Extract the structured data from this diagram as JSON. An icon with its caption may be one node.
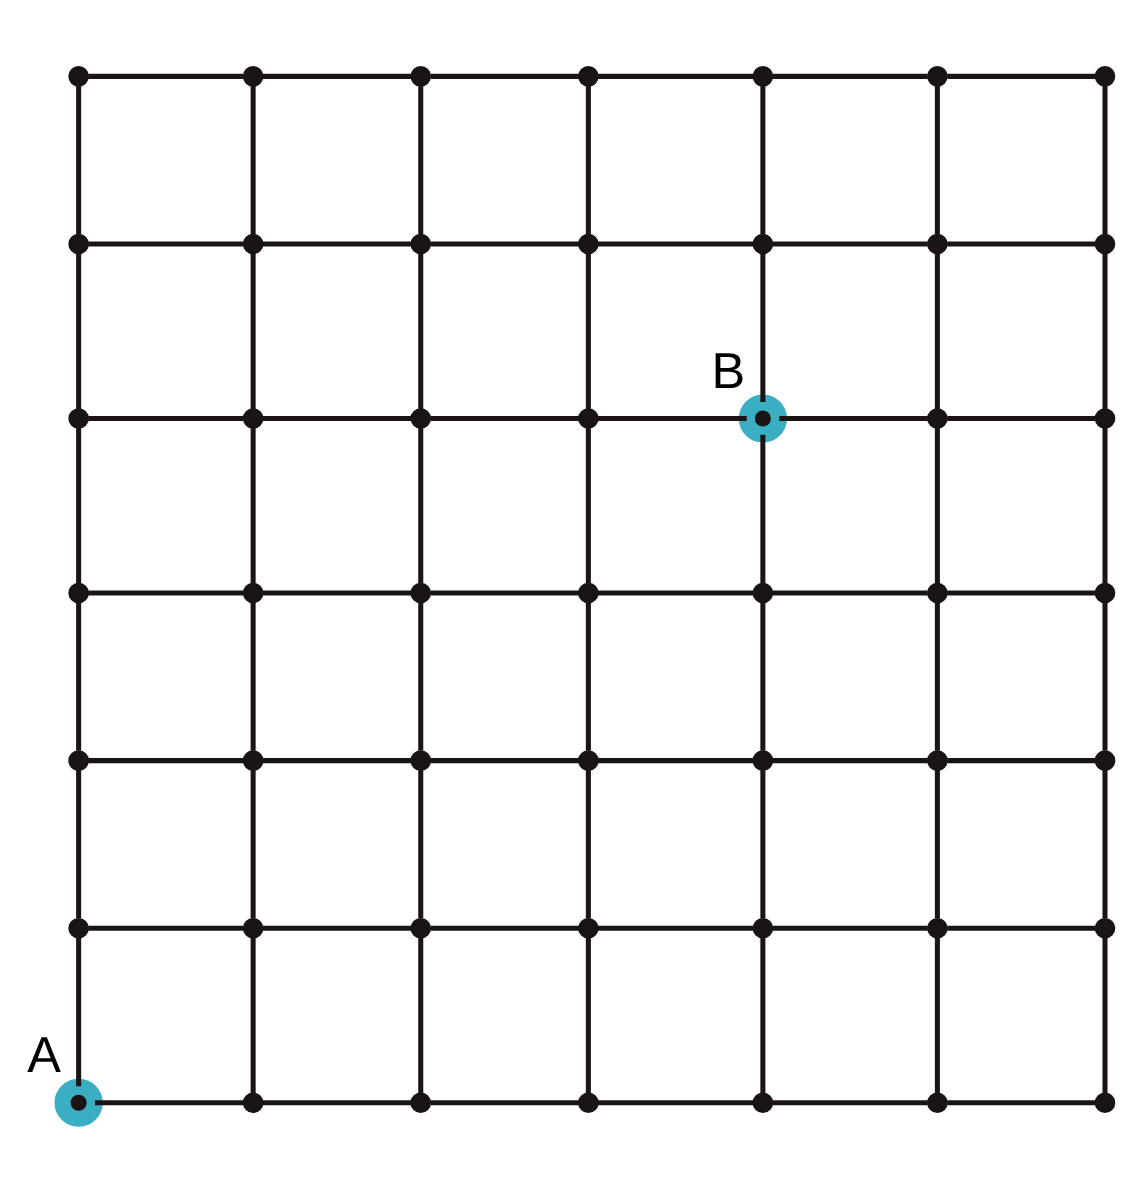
{
  "diagram": {
    "nodes": [
      {
        "text": [],
        "shape": "circle"
      },
      {
        "text": [],
        "shape": "circle"
      },
      {
        "text": [],
        "shape": "circle"
      },
      {
        "text": [],
        "shape": "circle"
      },
      {
        "text": [],
        "shape": "circle"
      },
      {
        "text": [],
        "shape": "circle"
      },
      {
        "text": [],
        "shape": "circle"
      },
      {
        "text": [],
        "shape": "circle"
      },
      {
        "text": [],
        "shape": "circle"
      },
      {
        "text": [],
        "shape": "circle"
      },
      {
        "text": [],
        "shape": "circle"
      },
      {
        "text": [],
        "shape": "circle"
      },
      {
        "text": [],
        "shape": "circle"
      },
      {
        "text": [],
        "shape": "circle"
      },
      {
        "text": [],
        "shape": "circle"
      },
      {
        "text": [],
        "shape": "circle"
      },
      {
        "text": [],
        "shape": "circle"
      },
      {
        "text": [],
        "shape": "circle"
      },
      {
        "text": [],
        "shape": "circle",
        "beside": [
          "B"
        ]
      },
      {
        "text": [],
        "shape": "circle"
      },
      {
        "text": [],
        "shape": "circle"
      },
      {
        "text": [],
        "shape": "circle"
      },
      {
        "text": [],
        "shape": "circle"
      },
      {
        "text": [],
        "shape": "circle"
      },
      {
        "text": [],
        "shape": "circle"
      },
      {
        "text": [],
        "shape": "circle"
      },
      {
        "text": [],
        "shape": "circle"
      },
      {
        "text": [],
        "shape": "circle"
      },
      {
        "text": [],
        "shape": "circle"
      },
      {
        "text": [],
        "shape": "circle"
      },
      {
        "text": [],
        "shape": "circle"
      },
      {
        "text": [],
        "shape": "circle"
      },
      {
        "text": [],
        "shape": "circle"
      },
      {
        "text": [],
        "shape": "circle"
      },
      {
        "text": [],
        "shape": "circle"
      },
      {
        "text": [],
        "shape": "circle"
      },
      {
        "text": [],
        "shape": "circle"
      },
      {
        "text": [],
        "shape": "circle"
      },
      {
        "text": [],
        "shape": "circle"
      },
      {
        "text": [],
        "shape": "circle"
      },
      {
        "text": [],
        "shape": "circle"
      },
      {
        "text": [],
        "shape": "circle"
      },
      {
        "text": [],
        "shape": "circle",
        "beside": [
          "A"
        ]
      },
      {
        "text": [],
        "shape": "circle"
      },
      {
        "text": [],
        "shape": "circle"
      },
      {
        "text": [],
        "shape": "circle"
      },
      {
        "text": [],
        "shape": "circle"
      },
      {
        "text": [],
        "shape": "circle"
      },
      {
        "text": [],
        "shape": "circle"
      }
    ],
    "edges": [
      {
        "from": 0,
        "to": 1,
        "arrow": "none"
      },
      {
        "from": 1,
        "to": 2,
        "arrow": "none"
      },
      {
        "from": 2,
        "to": 3,
        "arrow": "none"
      },
      {
        "from": 3,
        "to": 4,
        "arrow": "none"
      },
      {
        "from": 4,
        "to": 5,
        "arrow": "none"
      },
      {
        "from": 5,
        "to": 6,
        "arrow": "none"
      },
      {
        "from": 0,
        "to": 7,
        "arrow": "none"
      },
      {
        "from": 1,
        "to": 8,
        "arrow": "none"
      },
      {
        "from": 2,
        "to": 9,
        "arrow": "none"
      },
      {
        "from": 3,
        "to": 10,
        "arrow": "none"
      },
      {
        "from": 4,
        "to": 11,
        "arrow": "none"
      },
      {
        "from": 5,
        "to": 12,
        "arrow": "none"
      },
      {
        "from": 6,
        "to": 13,
        "arrow": "none"
      },
      {
        "from": 7,
        "to": 8,
        "arrow": "none"
      },
      {
        "from": 8,
        "to": 9,
        "arrow": "none"
      },
      {
        "from": 9,
        "to": 10,
        "arrow": "none"
      },
      {
        "from": 10,
        "to": 11,
        "arrow": "none"
      },
      {
        "from": 11,
        "to": 12,
        "arrow": "none"
      },
      {
        "from": 12,
        "to": 13,
        "arrow": "none"
      },
      {
        "from": 7,
        "to": 14,
        "arrow": "none"
      },
      {
        "from": 8,
        "to": 15,
        "arrow": "none"
      },
      {
        "from": 9,
        "to": 16,
        "arrow": "none"
      },
      {
        "from": 10,
        "to": 17,
        "arrow": "none"
      },
      {
        "from": 11,
        "to": 18,
        "arrow": "none"
      },
      {
        "from": 12,
        "to": 19,
        "arrow": "none"
      },
      {
        "from": 13,
        "to": 20,
        "arrow": "none"
      },
      {
        "from": 14,
        "to": 15,
        "arrow": "none"
      },
      {
        "from": 15,
        "to": 16,
        "arrow": "none"
      },
      {
        "from": 16,
        "to": 17,
        "arrow": "none"
      },
      {
        "from": 17,
        "to": 18,
        "arrow": "none"
      },
      {
        "from": 18,
        "to": 19,
        "arrow": "none"
      },
      {
        "from": 19,
        "to": 20,
        "arrow": "none"
      },
      {
        "from": 14,
        "to": 21,
        "arrow": "none"
      },
      {
        "from": 15,
        "to": 22,
        "arrow": "none"
      },
      {
        "from": 16,
        "to": 23,
        "arrow": "none"
      },
      {
        "from": 17,
        "to": 24,
        "arrow": "none"
      },
      {
        "from": 18,
        "to": 25,
        "arrow": "none"
      },
      {
        "from": 19,
        "to": 26,
        "arrow": "none"
      },
      {
        "from": 20,
        "to": 27,
        "arrow": "none"
      },
      {
        "from": 21,
        "to": 22,
        "arrow": "none"
      },
      {
        "from": 22,
        "to": 23,
        "arrow": "none"
      },
      {
        "from": 23,
        "to": 24,
        "arrow": "none"
      },
      {
        "from": 24,
        "to": 25,
        "arrow": "none"
      },
      {
        "from": 25,
        "to": 26,
        "arrow": "none"
      },
      {
        "from": 26,
        "to": 27,
        "arrow": "none"
      },
      {
        "from": 21,
        "to": 28,
        "arrow": "none"
      },
      {
        "from": 22,
        "to": 29,
        "arrow": "none"
      },
      {
        "from": 23,
        "to": 30,
        "arrow": "none"
      },
      {
        "from": 24,
        "to": 31,
        "arrow": "none"
      },
      {
        "from": 25,
        "to": 32,
        "arrow": "none"
      },
      {
        "from": 26,
        "to": 33,
        "arrow": "none"
      },
      {
        "from": 27,
        "to": 34,
        "arrow": "none"
      },
      {
        "from": 28,
        "to": 29,
        "arrow": "none"
      },
      {
        "from": 29,
        "to": 30,
        "arrow": "none"
      },
      {
        "from": 30,
        "to": 31,
        "arrow": "none"
      },
      {
        "from": 31,
        "to": 32,
        "arrow": "none"
      },
      {
        "from": 32,
        "to": 33,
        "arrow": "none"
      },
      {
        "from": 33,
        "to": 34,
        "arrow": "none"
      },
      {
        "from": 28,
        "to": 35,
        "arrow": "none"
      },
      {
        "from": 29,
        "to": 36,
        "arrow": "none"
      },
      {
        "from": 30,
        "to": 37,
        "arrow": "none"
      },
      {
        "from": 31,
        "to": 38,
        "arrow": "none"
      },
      {
        "from": 32,
        "to": 39,
        "arrow": "none"
      },
      {
        "from": 33,
        "to": 40,
        "arrow": "none"
      },
      {
        "from": 34,
        "to": 41,
        "arrow": "none"
      },
      {
        "from": 35,
        "to": 36,
        "arrow": "none"
      },
      {
        "from": 36,
        "to": 37,
        "arrow": "none"
      },
      {
        "from": 37,
        "to": 38,
        "arrow": "none"
      },
      {
        "from": 38,
        "to": 39,
        "arrow": "none"
      },
      {
        "from": 39,
        "to": 40,
        "arrow": "none"
      },
      {
        "from": 40,
        "to": 41,
        "arrow": "none"
      },
      {
        "from": 35,
        "to": 42,
        "arrow": "none"
      },
      {
        "from": 36,
        "to": 43,
        "arrow": "none"
      },
      {
        "from": 37,
        "to": 44,
        "arrow": "none"
      },
      {
        "from": 38,
        "to": 45,
        "arrow": "none"
      },
      {
        "from": 39,
        "to": 46,
        "arrow": "none"
      },
      {
        "from": 40,
        "to": 47,
        "arrow": "none"
      },
      {
        "from": 41,
        "to": 48,
        "arrow": "none"
      },
      {
        "from": 42,
        "to": 43,
        "arrow": "none"
      },
      {
        "from": 43,
        "to": 44,
        "arrow": "none"
      },
      {
        "from": 44,
        "to": 45,
        "arrow": "none"
      },
      {
        "from": 45,
        "to": 46,
        "arrow": "none"
      },
      {
        "from": 46,
        "to": 47,
        "arrow": "none"
      },
      {
        "from": 47,
        "to": 48,
        "arrow": "none"
      }
    ]
  }
}
